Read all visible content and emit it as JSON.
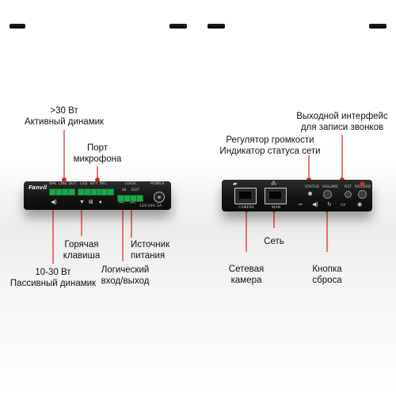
{
  "callouts": {
    "active_speaker": ">30 Вт\nАктивный динамик",
    "mic_port": "Порт\nмикрофона",
    "hotkey": "Горячая\nклавиша",
    "passive_speaker": "10-30 Вт\nПассивный динамик",
    "power_source": "Источник\nпитания",
    "logic_io": "Логический\nвход/выход",
    "volume_network": "Регулятор громкости\nИндикатор статуса сети",
    "record_output": "Выходной интерфейс\nдля записи звонков",
    "network": "Сеть",
    "network_camera": "Сетевая\nкамера",
    "reset_button": "Кнопка\nсброса"
  },
  "left_device": {
    "brand": "Fanvil",
    "labels": {
      "spk": "SPK",
      "line_out": "LINE OUT",
      "led": "LED",
      "key": "KEY",
      "mic": "MIC",
      "logic": "LOGIC",
      "in": "IN",
      "out": "OUT",
      "power": "POWER",
      "power_spec": "12V-24V 2A"
    }
  },
  "right_device": {
    "labels": {
      "camera": "CAMERA",
      "wan": "WAN",
      "status": "STATUS",
      "volume": "VOLUME",
      "rst": "RST",
      "record": "RECORD"
    }
  },
  "colors": {
    "pointer": "#e0201c",
    "device_body": "#141414",
    "terminal_green": "#1fa64a"
  }
}
